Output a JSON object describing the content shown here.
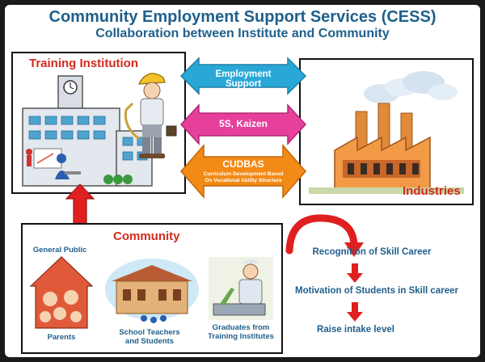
{
  "header": {
    "title": "Community Employment Support Services (CESS)",
    "subtitle": "Collaboration between Institute and Community"
  },
  "training_panel": {
    "label": "Training Institution"
  },
  "industries_panel": {
    "label": "Industries"
  },
  "links": [
    {
      "label": "Employment Support",
      "color": "#29a8d8"
    },
    {
      "label": "5S, Kaizen",
      "color": "#e6409b"
    },
    {
      "label": "CUDBAS",
      "sublabel": "Curriculum Development Based On Vocational Ability Structure",
      "color": "#f28a16"
    }
  ],
  "community": {
    "label": "Community",
    "groups": {
      "public_title": "General Public",
      "parents": "Parents",
      "teachers": "School Teachers and Students",
      "graduates": "Graduates from Training Institutes"
    }
  },
  "steps": [
    "Recognition of Skill Career",
    "Motivation of Students in Skill career",
    "Raise intake level"
  ],
  "colors": {
    "title": "#1f5f8b",
    "red": "#e02020",
    "panel_label_red": "#d42a1e",
    "community_label": "#d42a1e"
  }
}
